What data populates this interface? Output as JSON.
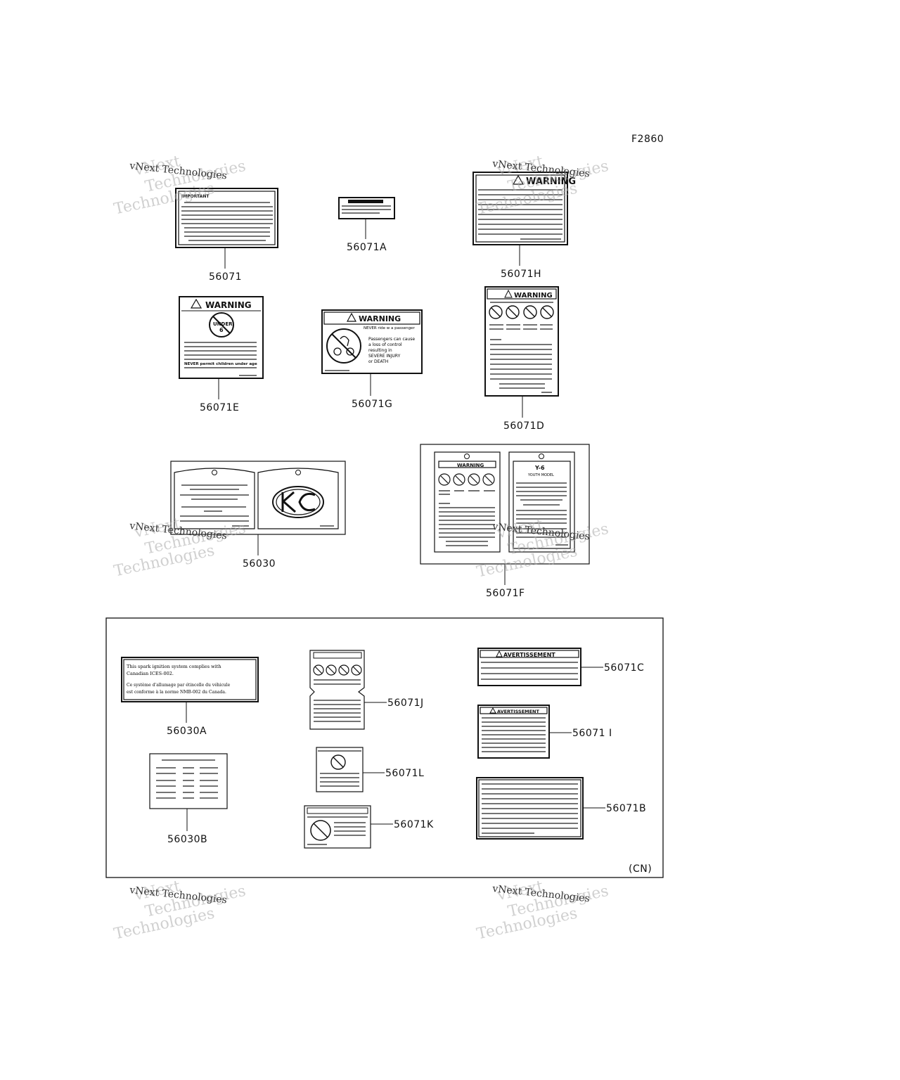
{
  "figure_code": "F2860",
  "region_code": "(CN)",
  "watermark": {
    "line1": "vNext",
    "line2": "Technologies",
    "small": "vNext Technologies"
  },
  "labels": {
    "p56071": "56071",
    "p56071A": "56071A",
    "p56071H": "56071H",
    "p56071E": "56071E",
    "p56071G": "56071G",
    "p56071D": "56071D",
    "p56030": "56030",
    "p56071F": "56071F",
    "p56030A": "56030A",
    "p56071J": "56071J",
    "p56071C": "56071C",
    "p56071I": "56071 I",
    "p56030B": "56030B",
    "p56071L": "56071L",
    "p56071K": "56071K",
    "p56071B": "56071B"
  },
  "label_text": {
    "important_header": "IMPORTANT ",
    "warning": "WARNING",
    "under": "UNDER",
    "under_num": "6",
    "y6": "Y-6",
    "youth_model": "YOUTH MODEL",
    "avertissement": "AVERTISSEMENT",
    "never_passenger": "NEVER ride w a passenger",
    "passengers_1": "Passengers can cause",
    "passengers_2": "a loss of control",
    "passengers_3": "resulting in",
    "passengers_4": "SEVERE INJURY",
    "passengers_5": "or DEATH",
    "never_permit_1": "NEVER permit children under age",
    "canada_1": "This spark ignition system complies with",
    "canada_2": "Canadian ICES-002.",
    "canada_3": "Ce système d'allumage par étincelle du véhicule",
    "canada_4": "est conforme à la norme NMB-002 du Canada."
  }
}
